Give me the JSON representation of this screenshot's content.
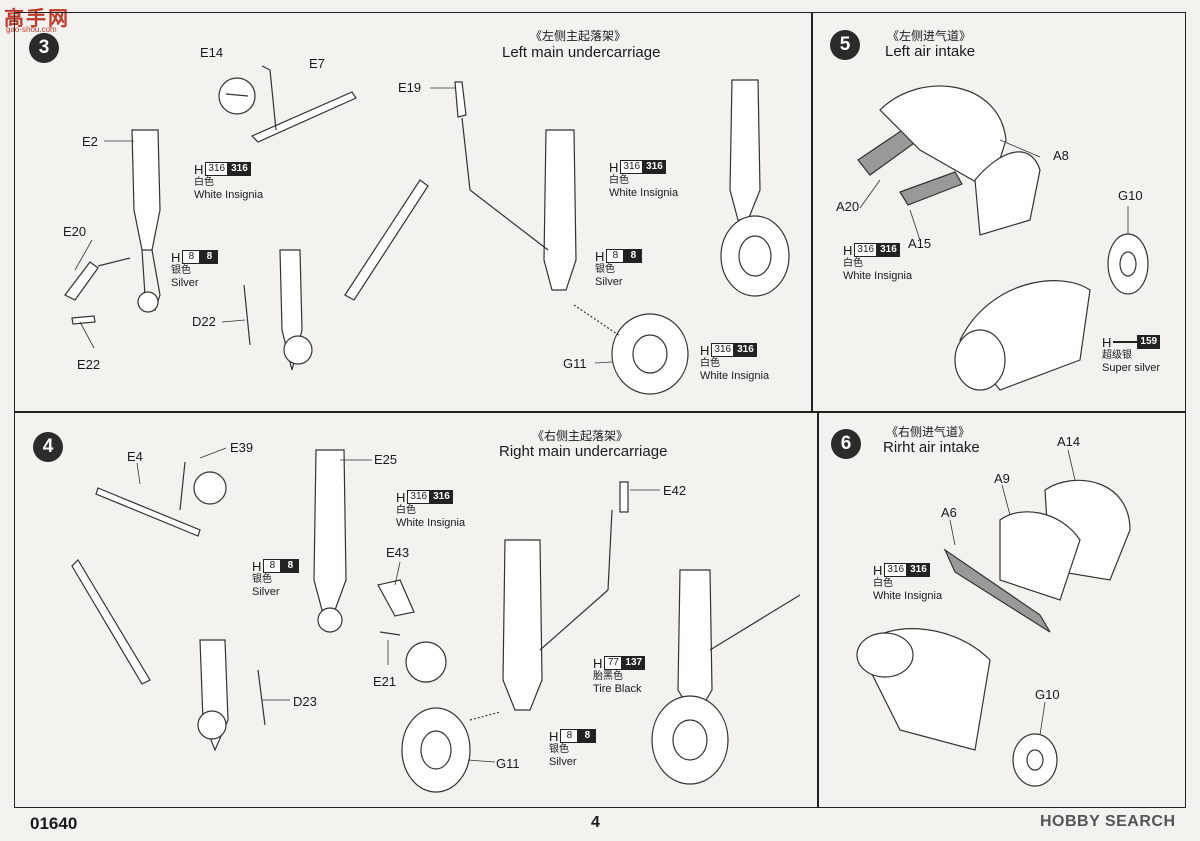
{
  "watermark": {
    "top": "高手网",
    "top_sub": "gao-shou.com",
    "bottom": "HOBBY SEARCH"
  },
  "footer": {
    "code": "01640",
    "page": "4"
  },
  "steps": {
    "s3": {
      "num": "3",
      "title_cn": "《左侧主起落架》",
      "title_en": "Left main undercarriage",
      "parts": {
        "E14": "E14",
        "E7": "E7",
        "E2": "E2",
        "E19": "E19",
        "E20": "E20",
        "E22": "E22",
        "D22": "D22",
        "G11": "G11"
      },
      "paints": [
        {
          "h": "H",
          "a": "316",
          "b": "316",
          "cn": "白色",
          "en": "White Insignia"
        },
        {
          "h": "H",
          "a": "8",
          "b": "8",
          "cn": "银色",
          "en": "Silver"
        },
        {
          "h": "H",
          "a": "316",
          "b": "316",
          "cn": "白色",
          "en": "White Insignia"
        },
        {
          "h": "H",
          "a": "8",
          "b": "8",
          "cn": "银色",
          "en": "Silver"
        },
        {
          "h": "H",
          "a": "316",
          "b": "316",
          "cn": "白色",
          "en": "White Insignia"
        }
      ]
    },
    "s4": {
      "num": "4",
      "title_cn": "《右侧主起落架》",
      "title_en": "Right main undercarriage",
      "parts": {
        "E4": "E4",
        "E39": "E39",
        "E25": "E25",
        "E42": "E42",
        "E43": "E43",
        "E21": "E21",
        "D23": "D23",
        "G11": "G11"
      },
      "paints": [
        {
          "h": "H",
          "a": "316",
          "b": "316",
          "cn": "白色",
          "en": "White Insignia"
        },
        {
          "h": "H",
          "a": "8",
          "b": "8",
          "cn": "银色",
          "en": "Silver"
        },
        {
          "h": "H",
          "a": "77",
          "b": "137",
          "cn": "胎黑色",
          "en": "Tire Black"
        },
        {
          "h": "H",
          "a": "8",
          "b": "8",
          "cn": "银色",
          "en": "Silver"
        }
      ]
    },
    "s5": {
      "num": "5",
      "title_cn": "《左侧进气道》",
      "title_en": "Left air intake",
      "parts": {
        "A8": "A8",
        "A20": "A20",
        "A15": "A15",
        "G10": "G10"
      },
      "paints": [
        {
          "h": "H",
          "a": "316",
          "b": "316",
          "cn": "白色",
          "en": "White Insignia"
        },
        {
          "h": "H",
          "a": "",
          "b": "159",
          "cn": "超级银",
          "en": "Super silver"
        }
      ]
    },
    "s6": {
      "num": "6",
      "title_cn": "《右侧进气道》",
      "title_en": "Rirht air intake",
      "parts": {
        "A14": "A14",
        "A9": "A9",
        "A6": "A6",
        "G10": "G10"
      },
      "paints": [
        {
          "h": "H",
          "a": "316",
          "b": "316",
          "cn": "白色",
          "en": "White Insignia"
        }
      ]
    }
  }
}
